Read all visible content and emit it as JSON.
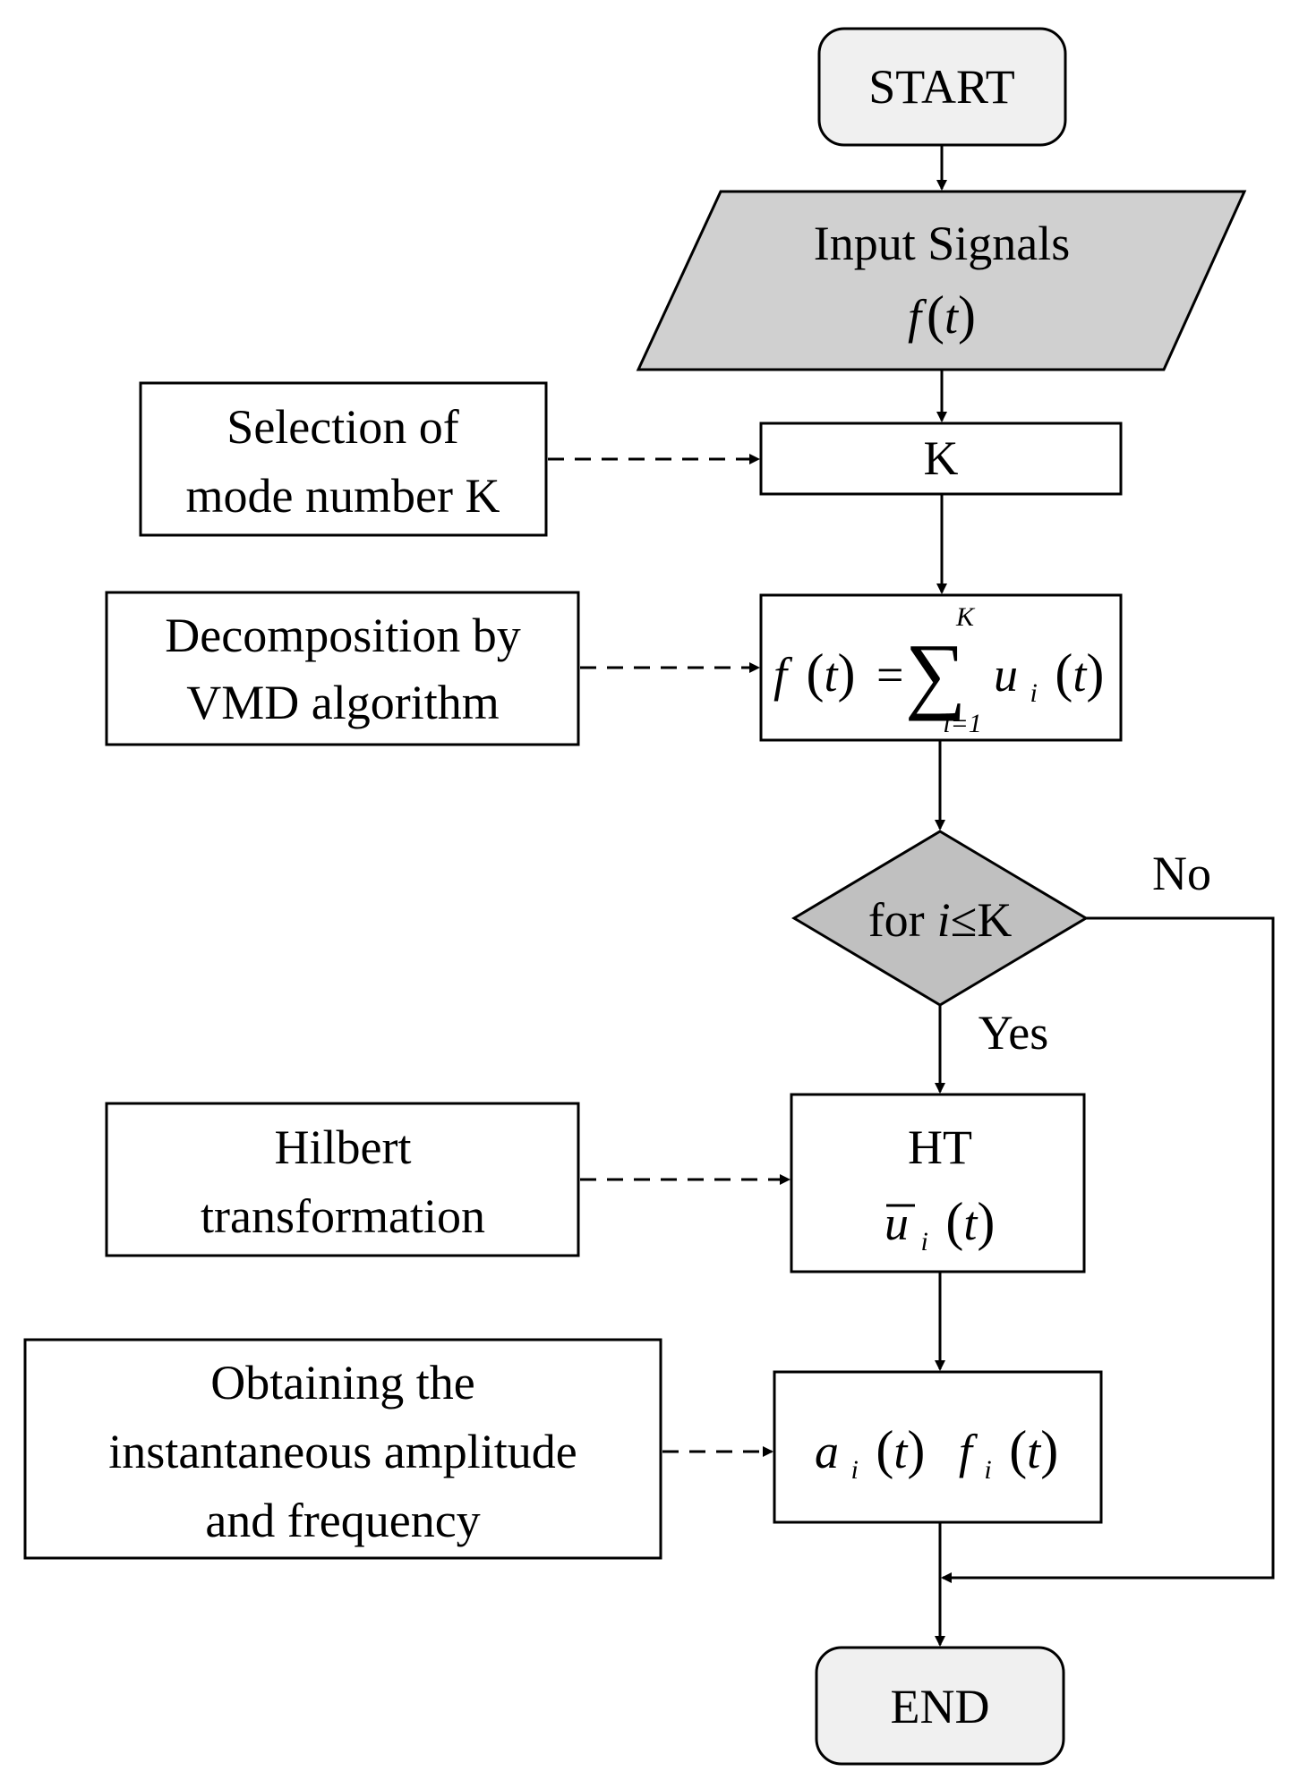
{
  "nodes": {
    "start": "START",
    "input": {
      "line1": "Input Signals",
      "func": "f",
      "var": "t"
    },
    "k_box": "K",
    "decomp": {
      "f": "f",
      "t": "t",
      "eq": "=",
      "sum_upper": "K",
      "sum_lower": "i=1",
      "u": "u",
      "u_sub": "i",
      "ut": "t"
    },
    "decision": {
      "prefix": "for",
      "var": "i",
      "op": "≤",
      "bound": "K"
    },
    "ht": {
      "line1": "HT",
      "u": "u",
      "u_sub": "i",
      "t": "t"
    },
    "amp": {
      "a": "a",
      "a_sub": "i",
      "a_t": "t",
      "f": "f",
      "f_sub": "i",
      "f_t": "t"
    },
    "end": "END"
  },
  "side": {
    "selection": [
      "Selection of",
      "mode number K"
    ],
    "vmd": [
      "Decomposition by",
      "VMD algorithm"
    ],
    "hilbert": [
      "Hilbert",
      "transformation"
    ],
    "obtaining": [
      "Obtaining the",
      "instantaneous amplitude",
      "and frequency"
    ]
  },
  "labels": {
    "yes": "Yes",
    "no": "No"
  },
  "colors": {
    "stroke": "#000000",
    "fill_light": "#f0f0f0",
    "fill_gray": "#d0d0d0",
    "fill_dark": "#c0c0c0"
  }
}
